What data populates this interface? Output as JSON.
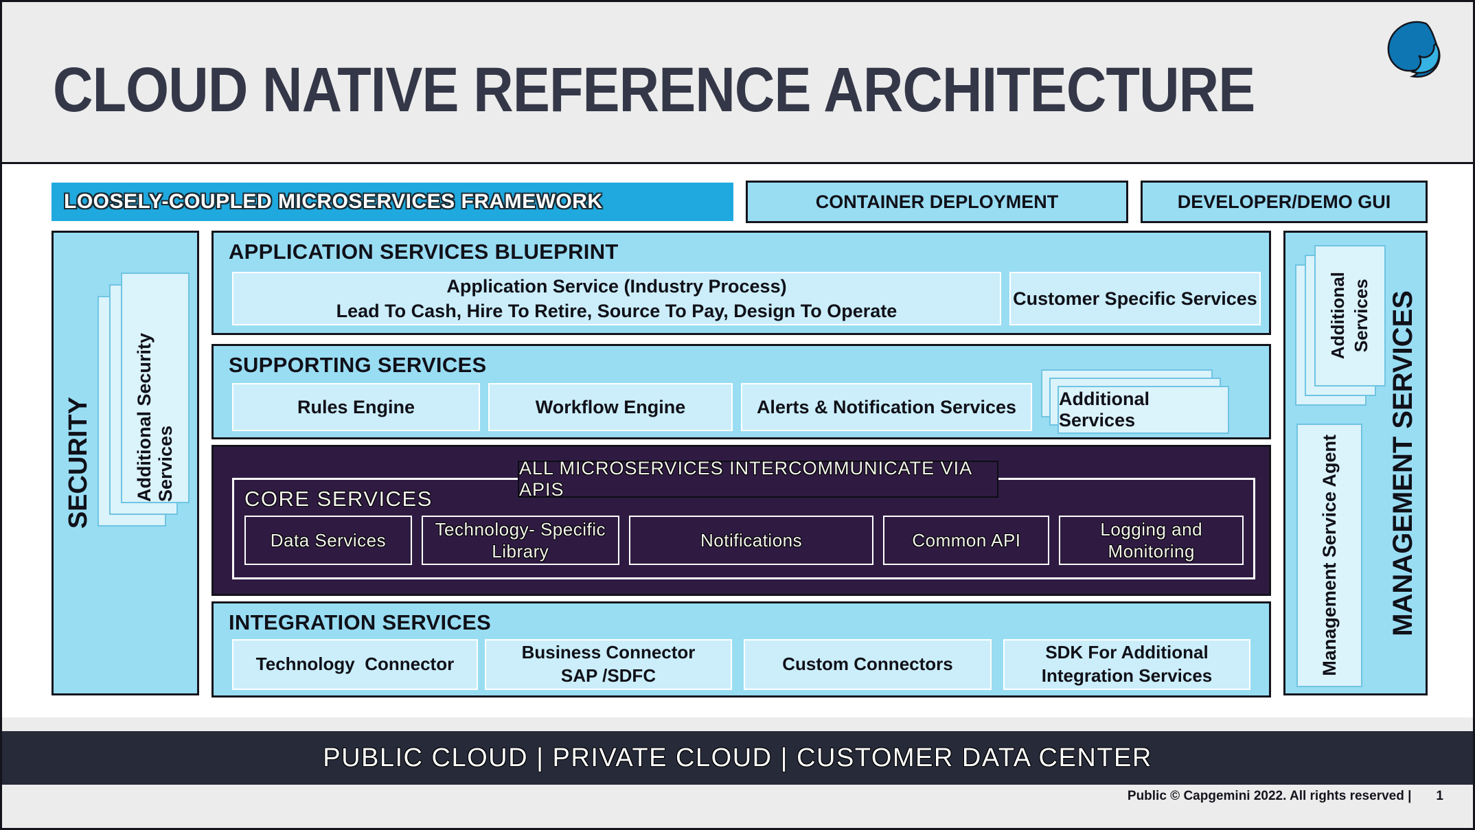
{
  "header": {
    "title": "CLOUD NATIVE REFERENCE ARCHITECTURE"
  },
  "top_row": {
    "framework_bar": "LOOSELY-COUPLED MICROSERVICES FRAMEWORK",
    "container_deployment": "CONTAINER DEPLOYMENT",
    "developer_gui": "DEVELOPER/DEMO GUI"
  },
  "security_sidebar": {
    "label": "SECURITY",
    "stacked_card": "Additional Security Services"
  },
  "application_services": {
    "title": "APPLICATION SERVICES BLUEPRINT",
    "main_box_line1": "Application Service (Industry Process)",
    "main_box_line2": "Lead To Cash, Hire To Retire, Source To Pay, Design To Operate",
    "customer_box": "Customer Specific Services"
  },
  "supporting_services": {
    "title": "SUPPORTING SERVICES",
    "boxes": [
      "Rules Engine",
      "Workflow Engine",
      "Alerts & Notification Services"
    ],
    "stacked_card": "Additional Services"
  },
  "core_services": {
    "title": "CORE SERVICES",
    "banner": "ALL MICROSERVICES INTERCOMMUNICATE VIA APIS",
    "boxes": [
      "Data Services",
      "Technology- Specific\nLibrary",
      "Notifications",
      "Common API",
      "Logging and\nMonitoring"
    ]
  },
  "integration_services": {
    "title": "INTEGRATION SERVICES",
    "boxes": [
      "Technology  Connector",
      "Business Connector\nSAP /SDFC",
      "Custom Connectors",
      "SDK For Additional\nIntegration Services"
    ]
  },
  "management_sidebar": {
    "label": "MANAGEMENT SERVICES",
    "stacked_card": "Additional\nServices",
    "agent_card": "Management Service Agent"
  },
  "bottom_bar": {
    "text": "PUBLIC CLOUD | PRIVATE CLOUD | CUSTOMER DATA CENTER"
  },
  "footer": {
    "copyright": "Public © Capgemini 2022. All rights reserved  |",
    "page_number": "1"
  },
  "colors": {
    "bright-blue": "#1FA9DE",
    "panel-blue": "#99DDF3",
    "box-blue": "#CBEEFA",
    "card-blue": "#DBF3FB",
    "purple": "#2F1B42",
    "navy": "#272A39",
    "header-gray": "#ECECEC",
    "title-ink": "#343747",
    "ink": "#101018",
    "logo-dark": "#0E76B3",
    "logo-light": "#36B3E3"
  }
}
